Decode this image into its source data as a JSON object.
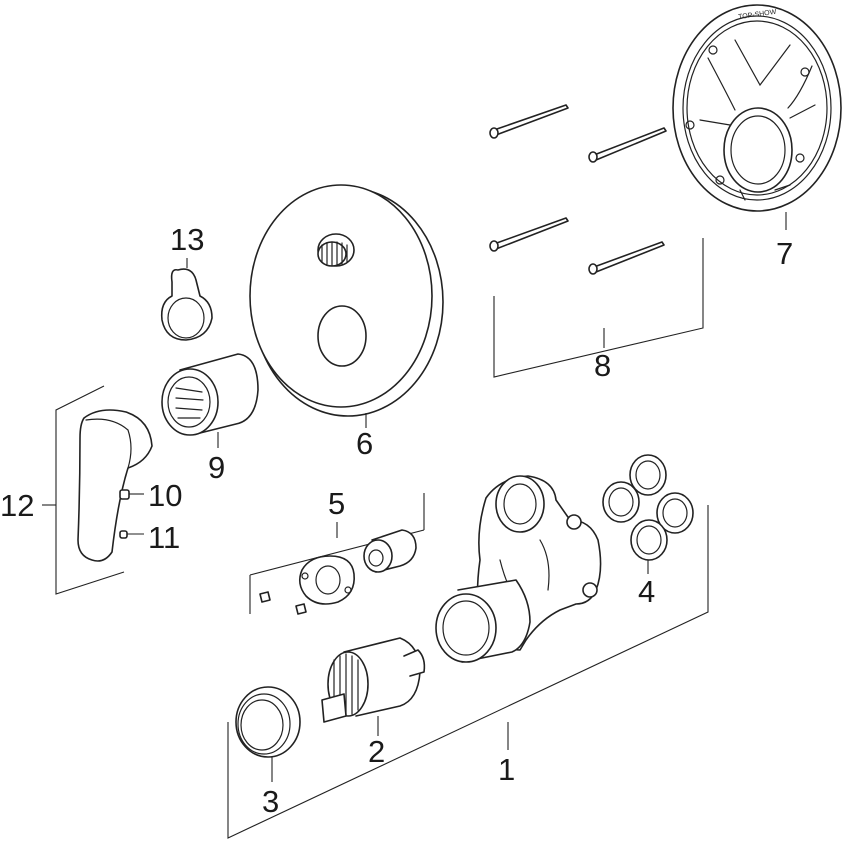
{
  "labels": {
    "p1": "1",
    "p2": "2",
    "p3": "3",
    "p4": "4",
    "p5": "5",
    "p6": "6",
    "p7": "7",
    "p8": "8",
    "p9": "9",
    "p10": "10",
    "p11": "11",
    "p12": "12",
    "p13": "13"
  },
  "logo_text": "TOP-SHOW"
}
